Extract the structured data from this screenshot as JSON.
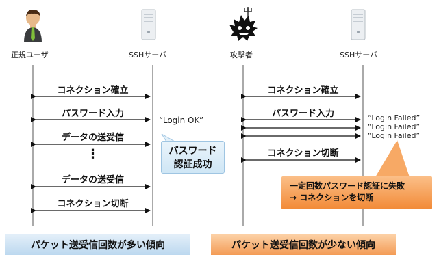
{
  "left": {
    "user_label": "正規ユーザ",
    "server_label": "SSHサーバ",
    "messages": [
      "コネクション確立",
      "パスワード入力",
      "データの送受信",
      "データの送受信",
      "コネクション切断"
    ],
    "ellipsis": "⋮",
    "status_text": "“Login OK”",
    "callout_line1": "パスワード",
    "callout_line2": "認証成功",
    "banner": "パケット送受信回数が多い傾向"
  },
  "right": {
    "attacker_label": "攻撃者",
    "server_label": "SSHサーバ",
    "messages": [
      "コネクション確立",
      "パスワード入力",
      "コネクション切断"
    ],
    "failed_lines": [
      "“Login Failed”",
      "“Login Failed”",
      "“Login Failed”"
    ],
    "callout_line1": "一定回数パスワード認証に失敗",
    "callout_line2": "→ コネクションを切断",
    "banner": "パケット送受信回数が少ない傾向"
  },
  "colors": {
    "callout_blue": "#cfe6f5",
    "callout_orange": "#f28a37",
    "banner_blue": "#bcd8ef",
    "banner_orange": "#f39b55"
  },
  "icons": [
    "user-icon",
    "server-icon",
    "attacker-icon"
  ]
}
